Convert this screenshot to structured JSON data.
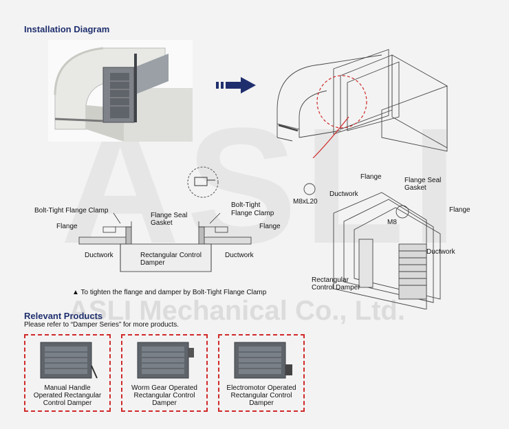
{
  "header": {
    "title": "Installation Diagram"
  },
  "watermark": {
    "big": "ASLI",
    "company": "ASLI Mechanical Co., Ltd."
  },
  "section_diagram": {
    "labels": {
      "bolt_tight_clamp_left": "Bolt-Tight Flange Clamp",
      "flange_left": "Flange",
      "ductwork_left": "Ductwork",
      "flange_seal_gasket_1": "Flange Seal",
      "flange_seal_gasket_2": "Gasket",
      "rect_damper_1": "Rectangular Control",
      "rect_damper_2": "Damper",
      "bolt_tight_right_1": "Bolt-Tight",
      "bolt_tight_right_2": "Flange Clamp",
      "flange_right": "Flange",
      "ductwork_right": "Ductwork",
      "note": "▲ To tighten the flange and damper by Bolt-Tight Flange Clamp"
    },
    "detail_labels": {
      "m8x_l20": "M8xL20",
      "ductwork_top": "Ductwork",
      "flange_top": "Flange",
      "flange_seal_1": "Flange Seal",
      "flange_seal_2": "Gasket",
      "m8": "M8",
      "flange_right": "Flange",
      "ductwork_bottom": "Ductwork",
      "rect_damper_1": "Rectangular",
      "rect_damper_2": "Control Damper"
    }
  },
  "relevant": {
    "title": "Relevant Products",
    "subtitle": "Please refer to “Damper Series” for more products.",
    "products": [
      {
        "line1": "Manual Handle",
        "line2": "Operated Rectangular",
        "line3": "Control Damper"
      },
      {
        "line1": "Worm Gear Operated",
        "line2": "Rectangular Control",
        "line3": "Damper"
      },
      {
        "line1": "Electromotor Operated",
        "line2": "Rectangular Control",
        "line3": "Damper"
      }
    ]
  },
  "colors": {
    "accent": "#1f2f6e",
    "dashed_border": "#d02828",
    "arrow": "#1f2f6e"
  }
}
